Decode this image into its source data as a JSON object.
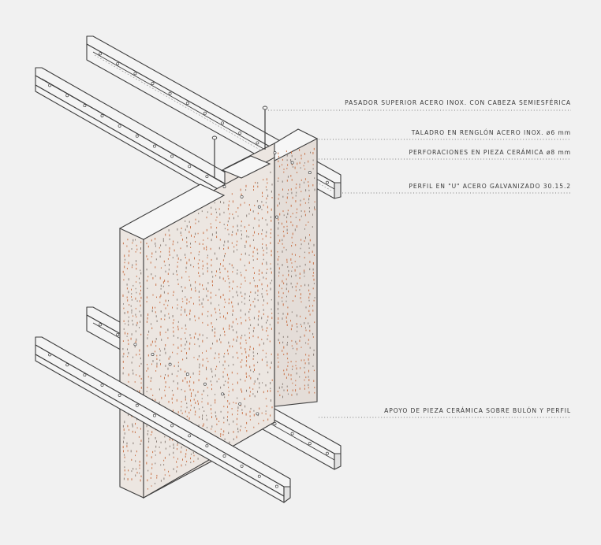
{
  "callouts": [
    {
      "id": "pasador",
      "text": "PASADOR SUPERIOR ACERO INOX. CON CABEZA SEMIESFÉRICA"
    },
    {
      "id": "taladro",
      "text": "TALADRO EN RENGLÓN ACERO INOX. ø6 mm"
    },
    {
      "id": "perforaciones",
      "text": "PERFORACIONES EN PIEZA CERÁMICA ø8 mm"
    },
    {
      "id": "perfil",
      "text": "PERFIL EN \"U\" ACERO GALVANIZADO 30.15.2"
    },
    {
      "id": "apoyo",
      "text": "APOYO DE PIEZA CERÁMICA SOBRE BULÓN Y PERFIL"
    }
  ],
  "colors": {
    "background": "#f1f1f1",
    "line": "#3d3d3d",
    "ceramic": "#ece6e1",
    "perforation": "#c8734a"
  }
}
